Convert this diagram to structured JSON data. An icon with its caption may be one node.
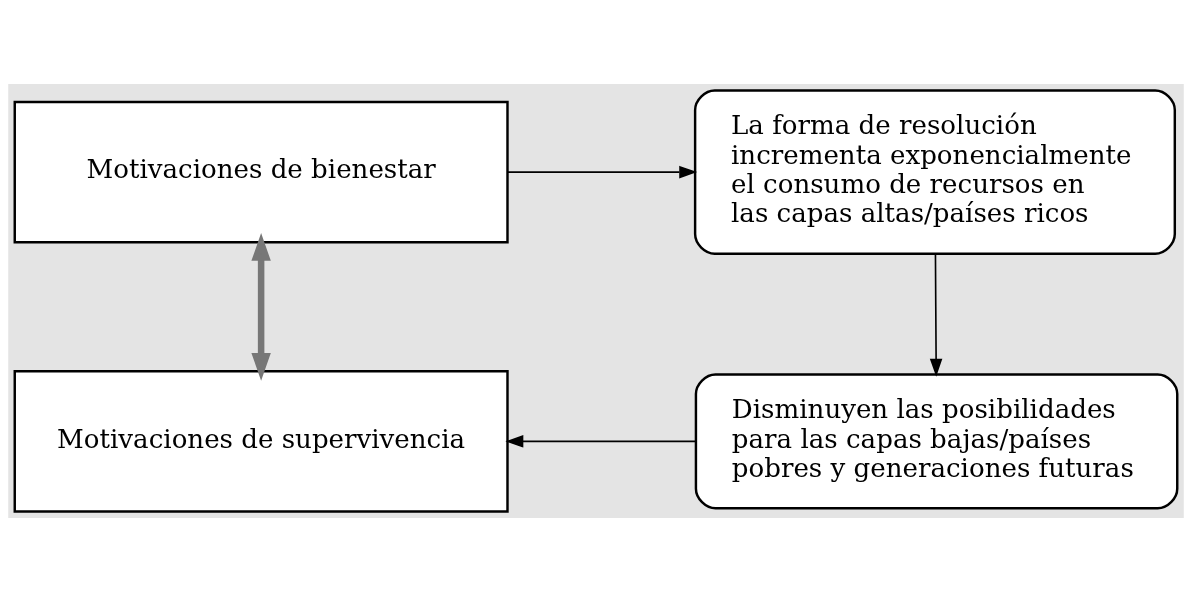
{
  "diagram": {
    "nodes": [
      {
        "text": [
          "Motivaciones de bienestar"
        ]
      },
      {
        "text": [
          "La forma de resolución incrementa exponencialmente el consumo de recursos en las capas altas/países ricos"
        ]
      },
      {
        "text": [
          "Motivaciones de supervivencia"
        ]
      },
      {
        "text": [
          "Disminuyen las posibilidades para las capas bajas/países pobres y generaciones futuras"
        ]
      }
    ],
    "edges": [
      {
        "from": 0,
        "to": 1,
        "arrow": "to"
      },
      {
        "from": 1,
        "to": 3,
        "arrow": "to"
      },
      {
        "from": 3,
        "to": 2,
        "arrow": "to"
      },
      {
        "from": 0,
        "to": 2,
        "arrow": "both",
        "style": "thick",
        "color": "#777777"
      }
    ]
  }
}
